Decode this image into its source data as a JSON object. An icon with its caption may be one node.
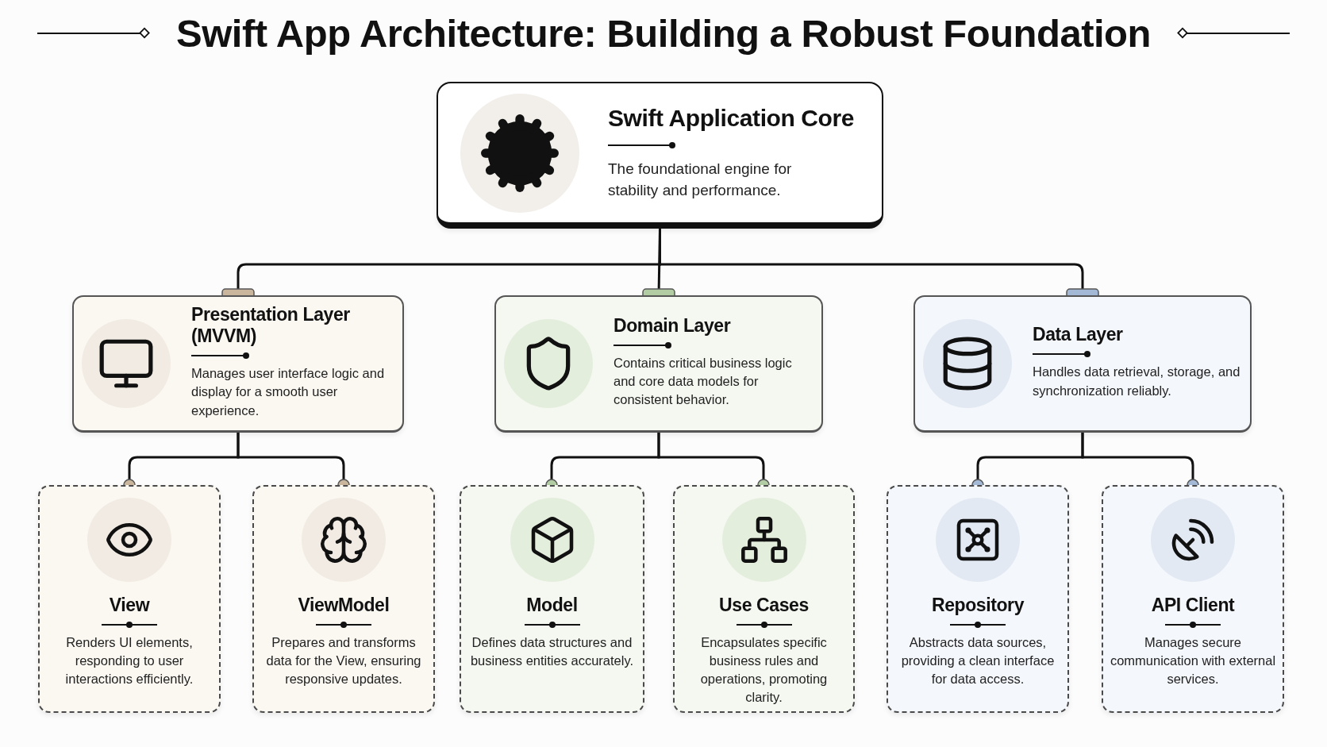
{
  "diagram": {
    "title": "Swift App Architecture: Building a Robust Foundation",
    "nodes": [
      {
        "text": [
          "Swift Application Core",
          "The foundational engine for stability and performance."
        ]
      },
      {
        "text": [
          "Presentation Layer (MVVM)",
          "Manages user interface logic and display for a smooth user experience."
        ]
      },
      {
        "text": [
          "Domain Layer",
          "Contains critical business logic and core data models for consistent behavior."
        ]
      },
      {
        "text": [
          "Data Layer",
          "Handles data retrieval, storage, and synchronization reliably."
        ]
      },
      {
        "text": [
          "View",
          "Renders UI elements, responding to user interactions efficiently."
        ]
      },
      {
        "text": [
          "ViewModel",
          "Prepares and transforms data for the View, ensuring responsive updates."
        ]
      },
      {
        "text": [
          "Model",
          "Defines data structures and business entities accurately."
        ]
      },
      {
        "text": [
          "Use Cases",
          "Encapsulates specific business rules and operations, promoting clarity."
        ]
      },
      {
        "text": [
          "Repository",
          "Abstracts data sources, providing a clean interface for data access."
        ]
      },
      {
        "text": [
          "API Client",
          "Manages secure communication with external services."
        ]
      }
    ],
    "edges": [
      {
        "from": 0,
        "to": 1,
        "arrow": "other"
      },
      {
        "from": 0,
        "to": 2,
        "arrow": "other"
      },
      {
        "from": 0,
        "to": 3,
        "arrow": "other"
      },
      {
        "from": 1,
        "to": 4,
        "arrow": "other"
      },
      {
        "from": 1,
        "to": 5,
        "arrow": "other"
      },
      {
        "from": 2,
        "to": 6,
        "arrow": "other"
      },
      {
        "from": 2,
        "to": 7,
        "arrow": "other"
      },
      {
        "from": 3,
        "to": 8,
        "arrow": "other"
      },
      {
        "from": 3,
        "to": 9,
        "arrow": "other"
      }
    ]
  }
}
